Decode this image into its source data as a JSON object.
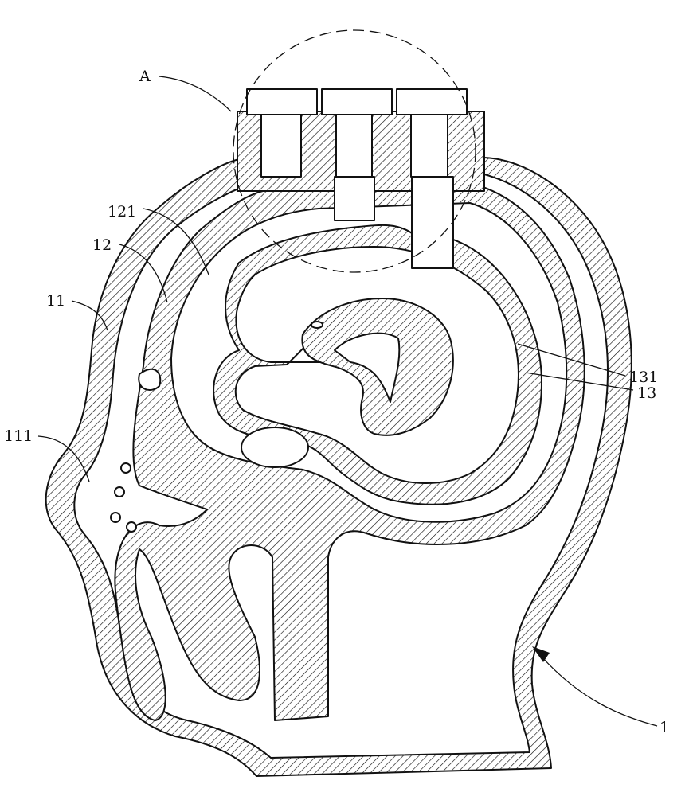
{
  "figure": {
    "labels": {
      "detail_a": "A",
      "gap_121": "121",
      "layer_12": "12",
      "shell_11": "11",
      "face_111": "111",
      "cavity_131": "131",
      "brain_13": "13",
      "model_1": "1"
    },
    "colors": {
      "line": "#111111",
      "background": "#ffffff"
    }
  }
}
